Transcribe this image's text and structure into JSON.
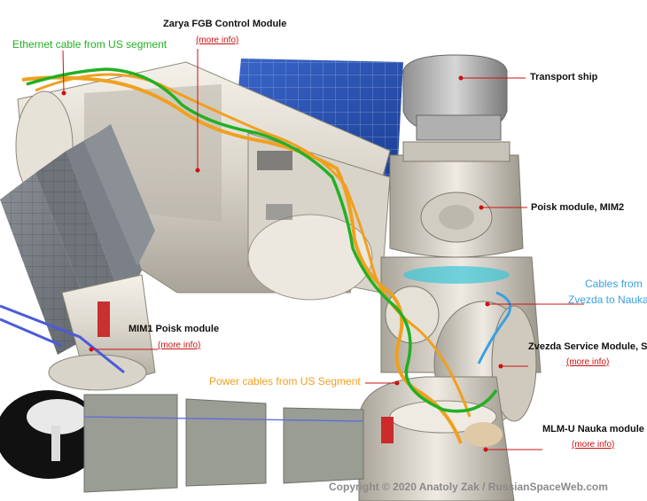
{
  "colors": {
    "label": "#111111",
    "link": "#cc1111",
    "pointer": "#cc1111",
    "ethernet_cable": "#22b022",
    "power_cable": "#f0a020",
    "zvezda_cable": "#3aa0e0",
    "copyright": "#8a8a8a"
  },
  "labels": {
    "zarya": {
      "title": "Zarya FGB Control Module",
      "link": "(more info)"
    },
    "ethernet": {
      "title": "Ethernet cable from US segment"
    },
    "transport": {
      "title": "Transport ship"
    },
    "poisk": {
      "title": "Poisk module, MIM2"
    },
    "cables_zvezda": {
      "line1": "Cables from",
      "line2": "Zvezda to Nauka"
    },
    "zvezda": {
      "title": "Zvezda Service Module, SM",
      "link": "(more info)"
    },
    "mim1": {
      "title": "MIM1 Poisk module",
      "link": "(more info)"
    },
    "power": {
      "title": "Power cables from US Segment"
    },
    "nauka": {
      "title": "MLM-U Nauka module",
      "link": "(more info)"
    }
  },
  "copyright": "Copyright © 2020 Anatoly Zak / RussianSpaceWeb.com"
}
